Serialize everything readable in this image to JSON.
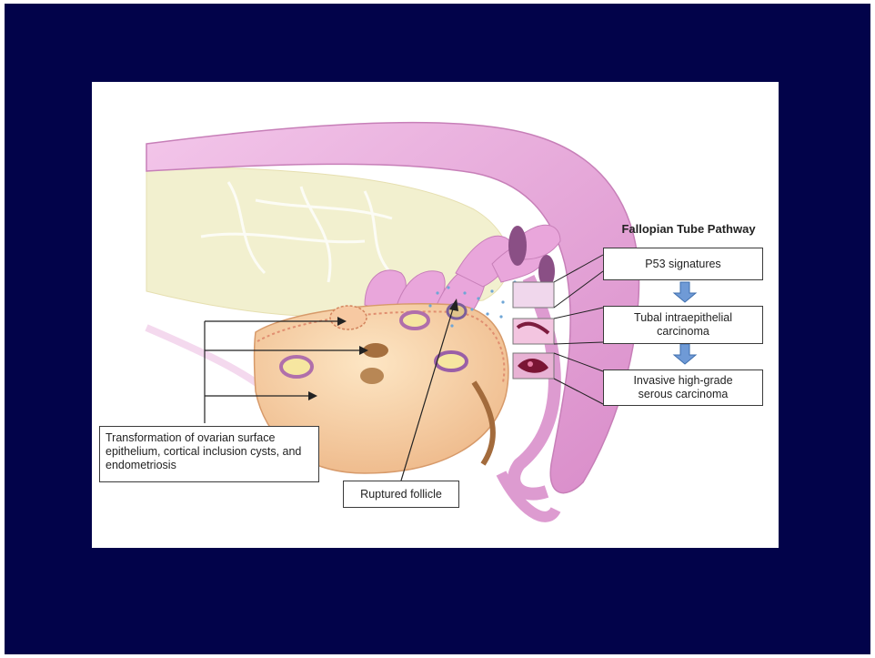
{
  "colors": {
    "slide_background": "#02034a",
    "figure_background": "#ffffff",
    "tube": "#e8a7dd",
    "ovary": "#f7d4a8",
    "uterus": "#f2f0cf",
    "arrow_blue": "#6f9ad6"
  },
  "pathway": {
    "title": "Fallopian Tube Pathway",
    "steps": [
      "P53 signatures",
      "Tubal intraepithelial carcinoma",
      "Invasive high-grade serous carcinoma"
    ]
  },
  "labels": {
    "ovarian": "Transformation of ovarian surface epithelium, cortical inclusion cysts, and endometriosis",
    "follicle": "Ruptured follicle"
  }
}
